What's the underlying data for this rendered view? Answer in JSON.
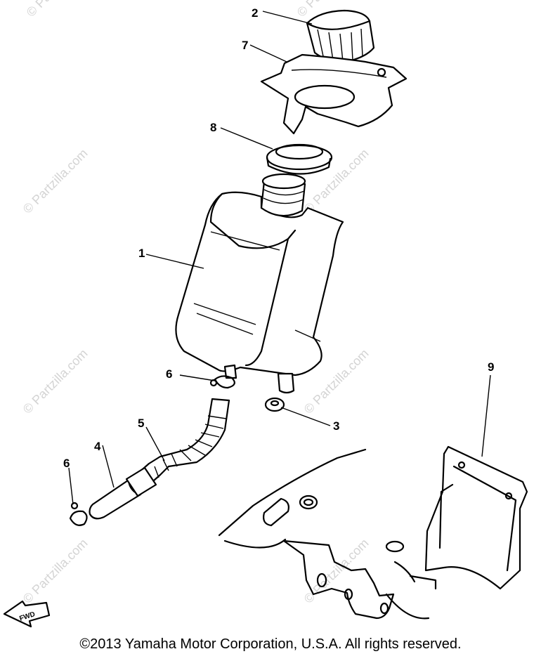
{
  "copyright": "©2013 Yamaha Motor Corporation, U.S.A. All rights reserved.",
  "watermark": "© Partzilla.com",
  "fwd_arrow": "FWD",
  "callouts": [
    "1",
    "2",
    "3",
    "4",
    "5",
    "6",
    "6",
    "7",
    "8",
    "9"
  ]
}
